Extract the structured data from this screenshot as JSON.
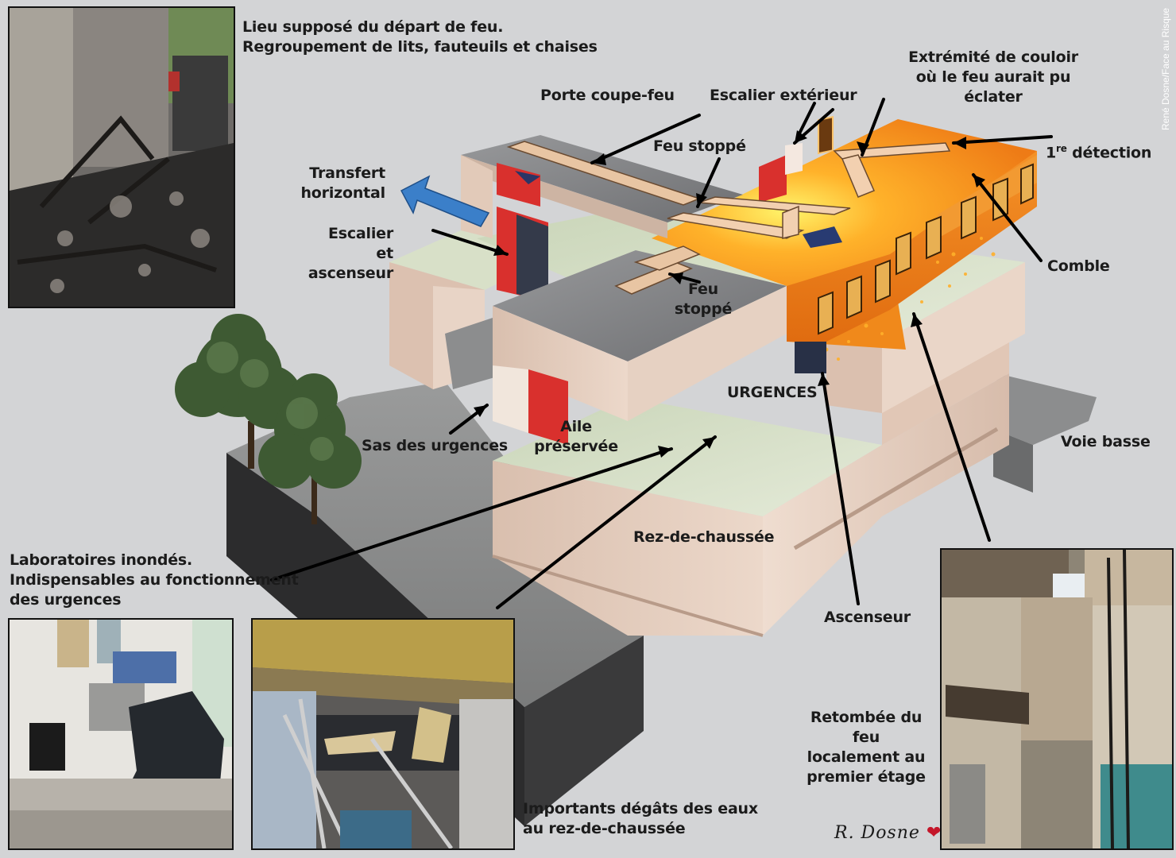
{
  "labels": {
    "fire_origin": "Lieu supposé du départ de feu.\nRegroupement de lits, fauteuils et chaises",
    "corridor_end": "Extrémité de couloir\noù le feu aurait pu éclater",
    "first_detection_sup": "re",
    "first_detection_num": "1",
    "first_detection_rest": " détection",
    "fire_door": "Porte coupe-feu",
    "exterior_stairs": "Escalier extérieur",
    "fire_stopped_top": "Feu stoppé",
    "horizontal_transfer": "Transfert\nhorizontal",
    "stairs_elevator": "Escalier\net ascenseur",
    "fire_stopped_mid": "Feu\nstoppé",
    "attic": "Comble",
    "emergency": "URGENCES",
    "preserved_wing": "Aile\npréservée",
    "airlock": "Sas des urgences",
    "low_road": "Voie basse",
    "ground_floor": "Rez-de-chaussée",
    "labs_flooded": "Laboratoires inondés.\nIndispensables au fonctionnement\ndes urgences",
    "elevator": "Ascenseur",
    "fire_fallback": "Retombée du feu\nlocalement au\npremier étage",
    "water_damage": "Importants dégâts des eaux\nau rez-de-chaussée"
  },
  "credit": "René Dosne/Face au Risque",
  "signature": "R. Dosne",
  "icons": {
    "heart": "heart-icon",
    "arrow": "blue-arrow-icon"
  },
  "colors": {
    "background": "#d3d4d6",
    "fire": "#f08a1e",
    "fire_glow": "#ffe65a",
    "wall": "#e6cdbd",
    "roof": "#7a7b7e",
    "green_floor": "#d4dcc4",
    "stair_red": "#d9302d",
    "arrow_blue": "#3b7fc9"
  }
}
